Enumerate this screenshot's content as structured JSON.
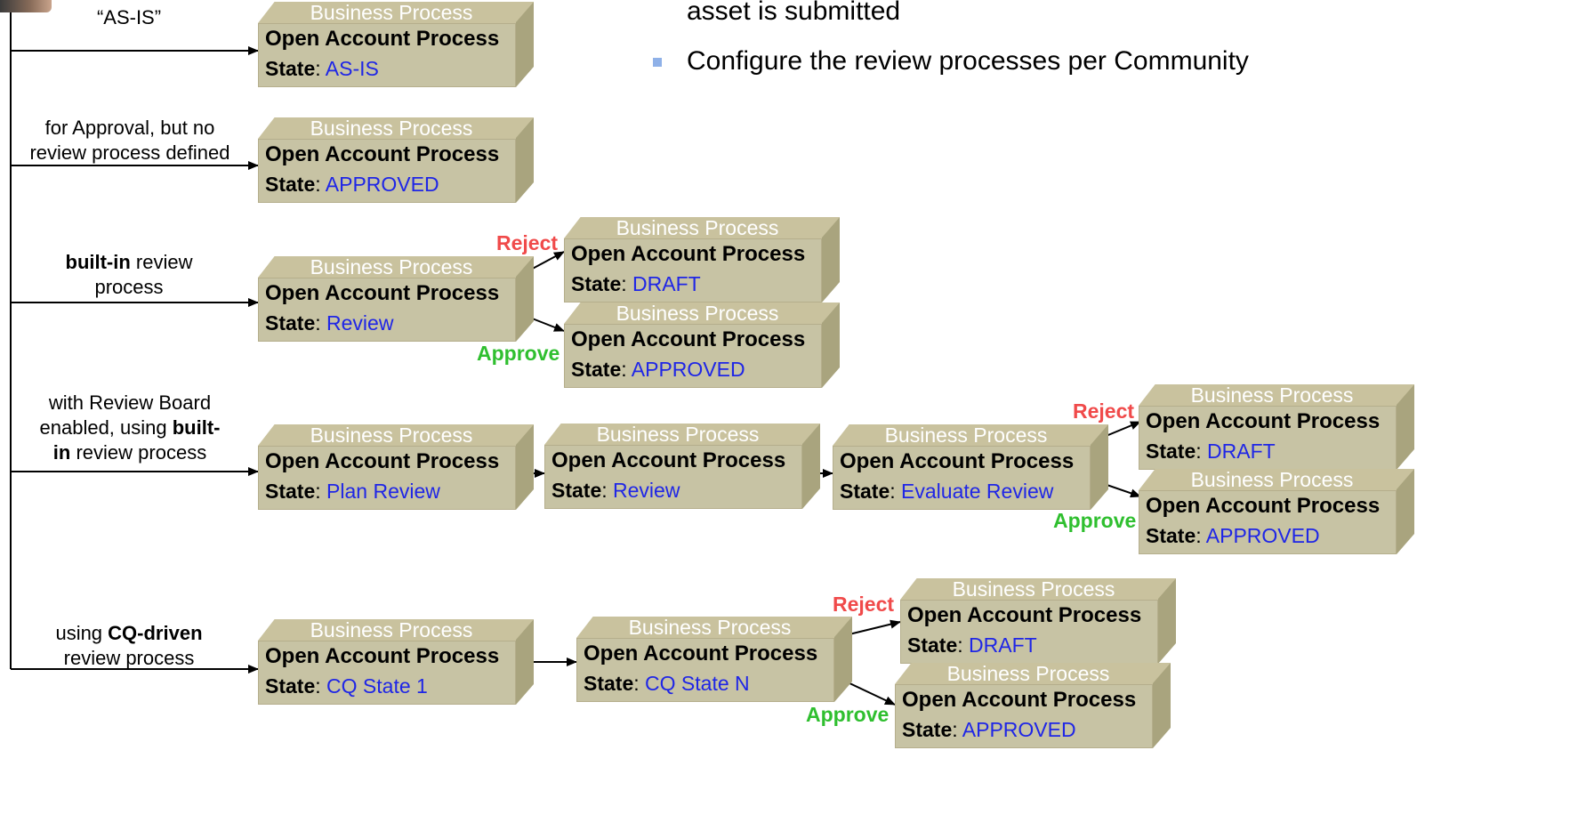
{
  "notes": {
    "line1": "asset is submitted",
    "line2": "Configure the review processes per Community"
  },
  "labels": {
    "as_is": "“AS-IS”",
    "approval_a": "for Approval, but no",
    "approval_b": "review process defined",
    "builtin_bold": "built-in",
    "builtin_rest": " review",
    "builtin_b": "process",
    "board_a": "with Review Board",
    "board_b_pre": "enabled, using ",
    "board_b_bold": "built-",
    "board_c_bold": "in",
    "board_c_rest": " review process",
    "cq_pre": "using ",
    "cq_bold": "CQ-driven",
    "cq_b": "review process",
    "reject": "Reject",
    "approve": "Approve"
  },
  "box_common": {
    "header": "Business Process",
    "title": "Open Account Process",
    "state_label": "State",
    "state_sep": ": "
  },
  "states": {
    "asis": "AS-IS",
    "approved_direct": "APPROVED",
    "review": "Review",
    "draft": "DRAFT",
    "approved": "APPROVED",
    "plan_review": "Plan Review",
    "evaluate_review": "Evaluate Review",
    "cq_state_1": "CQ State 1",
    "cq_state_n": "CQ State N"
  }
}
